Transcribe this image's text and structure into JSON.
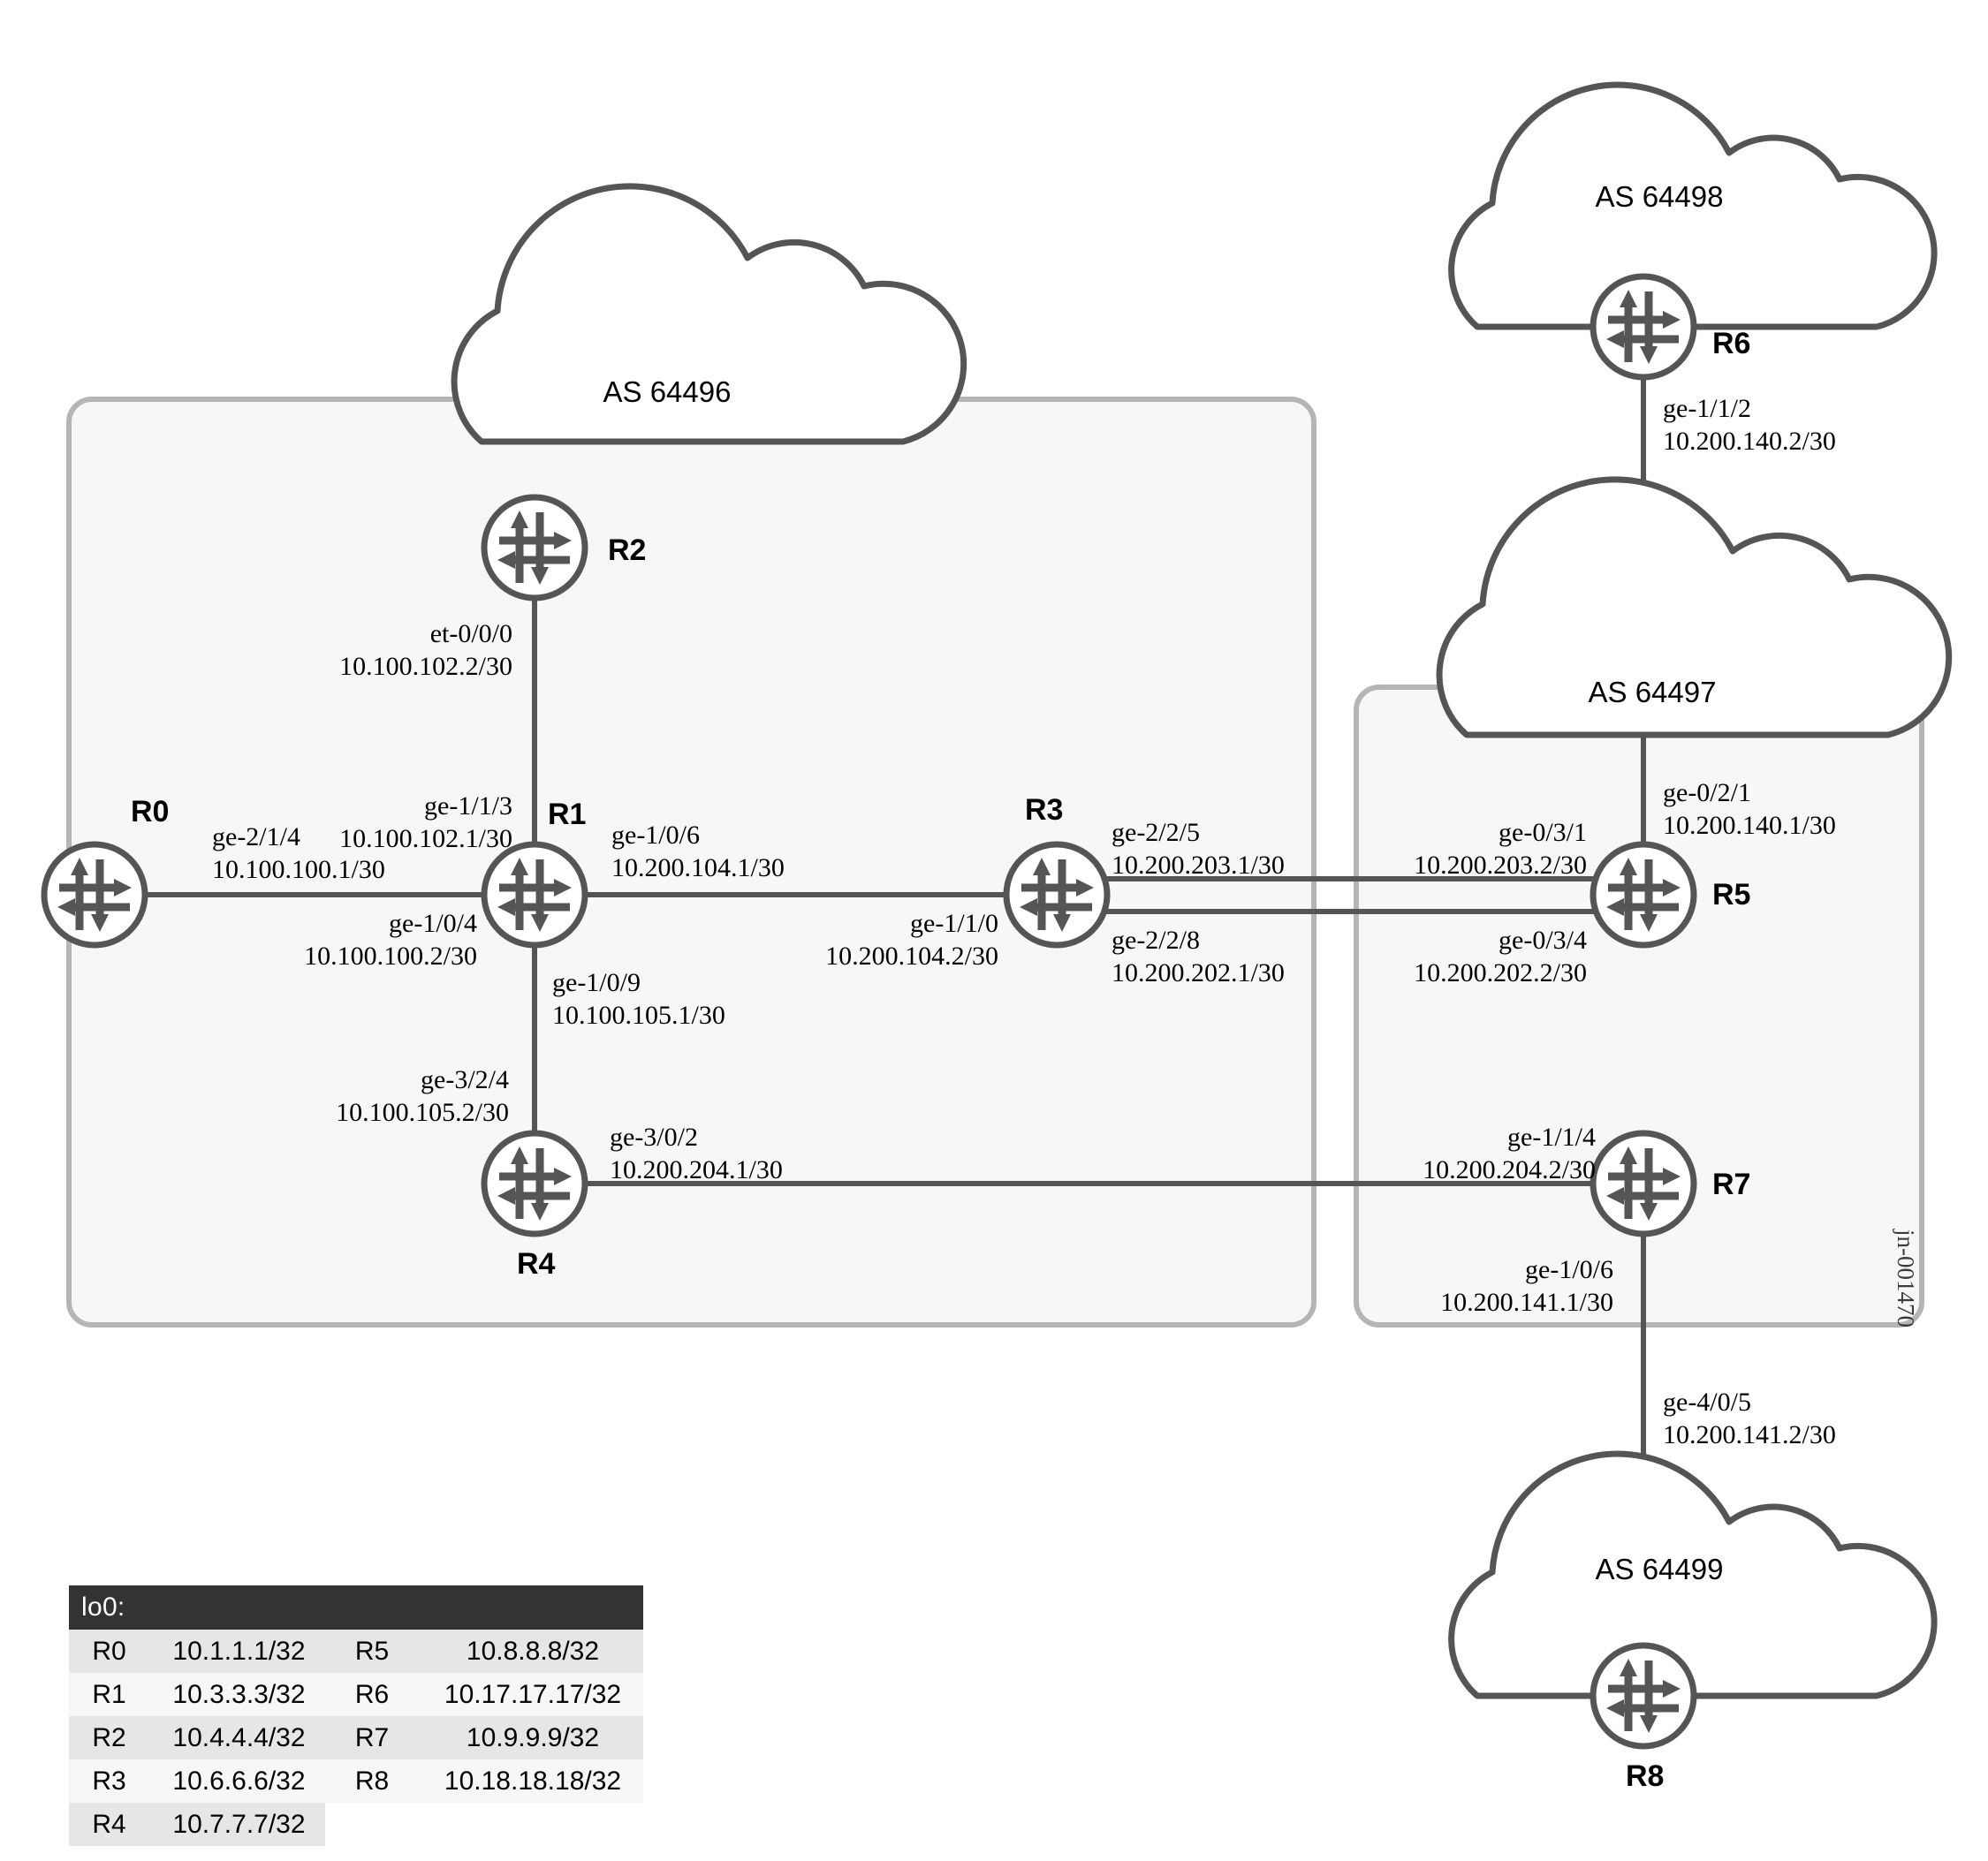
{
  "figure": {
    "id_label": "jn-001470"
  },
  "autonomous_systems": [
    {
      "key": "as64496",
      "label": "AS 64496"
    },
    {
      "key": "as64497",
      "label": "AS 64497"
    },
    {
      "key": "as64498",
      "label": "AS 64498"
    },
    {
      "key": "as64499",
      "label": "AS 64499"
    }
  ],
  "routers": [
    {
      "key": "r0",
      "label": "R0"
    },
    {
      "key": "r1",
      "label": "R1"
    },
    {
      "key": "r2",
      "label": "R2"
    },
    {
      "key": "r3",
      "label": "R3"
    },
    {
      "key": "r4",
      "label": "R4"
    },
    {
      "key": "r5",
      "label": "R5"
    },
    {
      "key": "r6",
      "label": "R6"
    },
    {
      "key": "r7",
      "label": "R7"
    },
    {
      "key": "r8",
      "label": "R8"
    }
  ],
  "interface_labels": {
    "r0_ge214": {
      "iface": "ge-2/1/4",
      "address": "10.100.100.1/30"
    },
    "r1_ge104": {
      "iface": "ge-1/0/4",
      "address": "10.100.100.2/30"
    },
    "r1_ge113": {
      "iface": "ge-1/1/3",
      "address": "10.100.102.1/30"
    },
    "r2_et000": {
      "iface": "et-0/0/0",
      "address": "10.100.102.2/30"
    },
    "r1_ge106": {
      "iface": "ge-1/0/6",
      "address": "10.200.104.1/30"
    },
    "r3_ge110": {
      "iface": "ge-1/1/0",
      "address": "10.200.104.2/30"
    },
    "r1_ge109": {
      "iface": "ge-1/0/9",
      "address": "10.100.105.1/30"
    },
    "r4_ge324": {
      "iface": "ge-3/2/4",
      "address": "10.100.105.2/30"
    },
    "r4_ge302": {
      "iface": "ge-3/0/2",
      "address": "10.200.204.1/30"
    },
    "r7_ge114": {
      "iface": "ge-1/1/4",
      "address": "10.200.204.2/30"
    },
    "r3_ge225": {
      "iface": "ge-2/2/5",
      "address": "10.200.203.1/30"
    },
    "r5_ge031": {
      "iface": "ge-0/3/1",
      "address": "10.200.203.2/30"
    },
    "r3_ge228": {
      "iface": "ge-2/2/8",
      "address": "10.200.202.1/30"
    },
    "r5_ge034": {
      "iface": "ge-0/3/4",
      "address": "10.200.202.2/30"
    },
    "r5_ge021": {
      "iface": "ge-0/2/1",
      "address": "10.200.140.1/30"
    },
    "r6_ge112": {
      "iface": "ge-1/1/2",
      "address": "10.200.140.2/30"
    },
    "r7_ge106": {
      "iface": "ge-1/0/6",
      "address": "10.200.141.1/30"
    },
    "r8_ge405": {
      "iface": "ge-4/0/5",
      "address": "10.200.141.2/30"
    }
  },
  "lo0_table": {
    "title": "lo0:",
    "left_column": [
      {
        "router": "R0",
        "address": "10.1.1.1/32"
      },
      {
        "router": "R1",
        "address": "10.3.3.3/32"
      },
      {
        "router": "R2",
        "address": "10.4.4.4/32"
      },
      {
        "router": "R3",
        "address": "10.6.6.6/32"
      },
      {
        "router": "R4",
        "address": "10.7.7.7/32"
      }
    ],
    "right_column": [
      {
        "router": "R5",
        "address": "10.8.8.8/32"
      },
      {
        "router": "R6",
        "address": "10.17.17.17/32"
      },
      {
        "router": "R7",
        "address": "10.9.9.9/32"
      },
      {
        "router": "R8",
        "address": "10.18.18.18/32"
      }
    ]
  },
  "colors": {
    "line": "#555555",
    "box_border": "#b5b5b5",
    "box_fill": "#f7f7f7",
    "table_header_bg": "#333333",
    "table_row_odd": "#e6e6e6",
    "table_row_even": "#f7f7f7"
  }
}
